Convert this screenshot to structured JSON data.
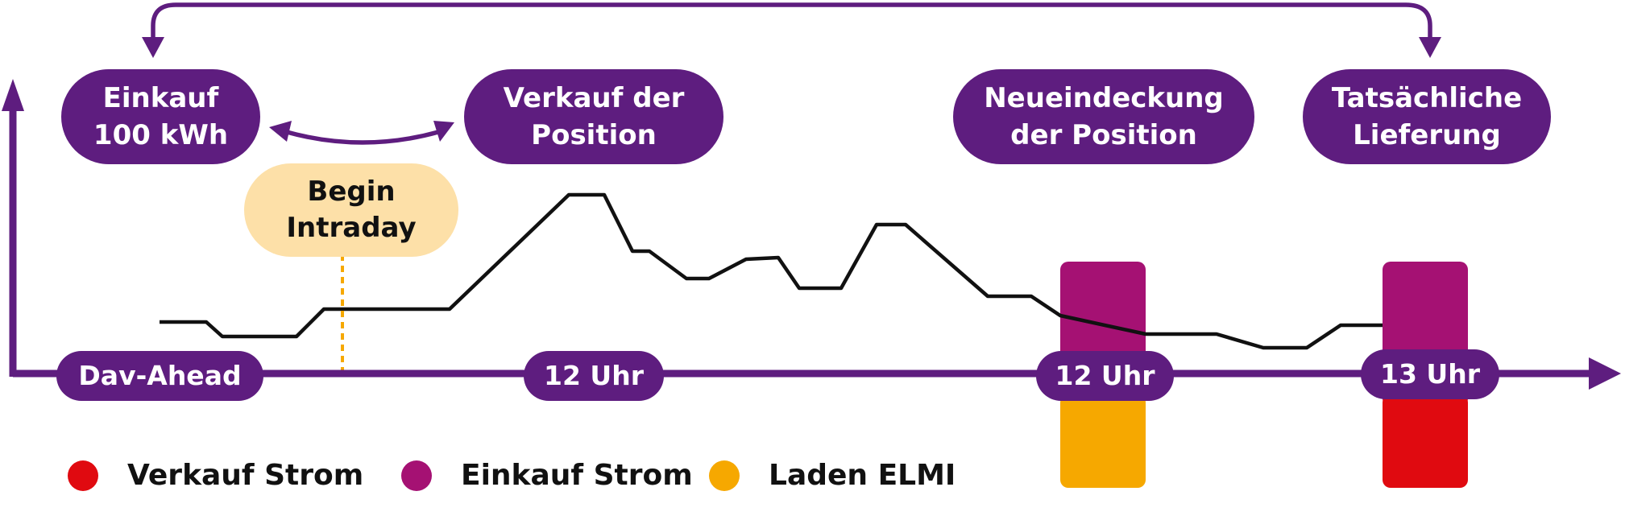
{
  "colors": {
    "purple": "#5e1d7f",
    "magenta": "#a51173",
    "orange": "#f6a800",
    "red": "#e00a10",
    "begin_bg": "#fde0a8",
    "line": "#111111"
  },
  "boxes": {
    "einkauf": "Einkauf\n100 kWh",
    "verkauf": "Verkauf der\nPosition",
    "neueindeckung": "Neueindeckung\nder Position",
    "lieferung": "Tatsächliche\nLieferung",
    "begin_intraday": "Begin\nIntraday"
  },
  "axis_labels": {
    "day_ahead": "Dav-Ahead",
    "noon": "12 Uhr",
    "noon_2": "12 Uhr",
    "one_pm": "13 Uhr"
  },
  "legend": [
    {
      "label": "Verkauf Strom",
      "color": "#e00a10"
    },
    {
      "label": "Einkauf Strom",
      "color": "#a51173"
    },
    {
      "label": "Laden ELMI",
      "color": "#f6a800"
    }
  ]
}
